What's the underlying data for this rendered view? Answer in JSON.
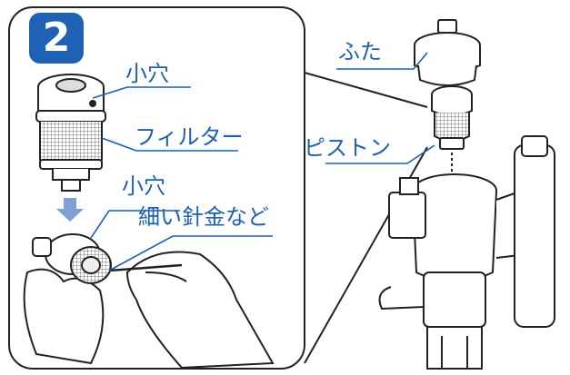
{
  "step": {
    "number": "2"
  },
  "labels": {
    "kokana_top": "小穴",
    "filter": "フィルター",
    "kokana_bottom": "小穴",
    "wire": "細い針金など",
    "futa": "ふた",
    "piston": "ピストン"
  },
  "colors": {
    "accent": "#1f62b5",
    "label_text": "#1d5fb0",
    "line": "#1a1a1a",
    "arrow": "#7f9fd6"
  }
}
